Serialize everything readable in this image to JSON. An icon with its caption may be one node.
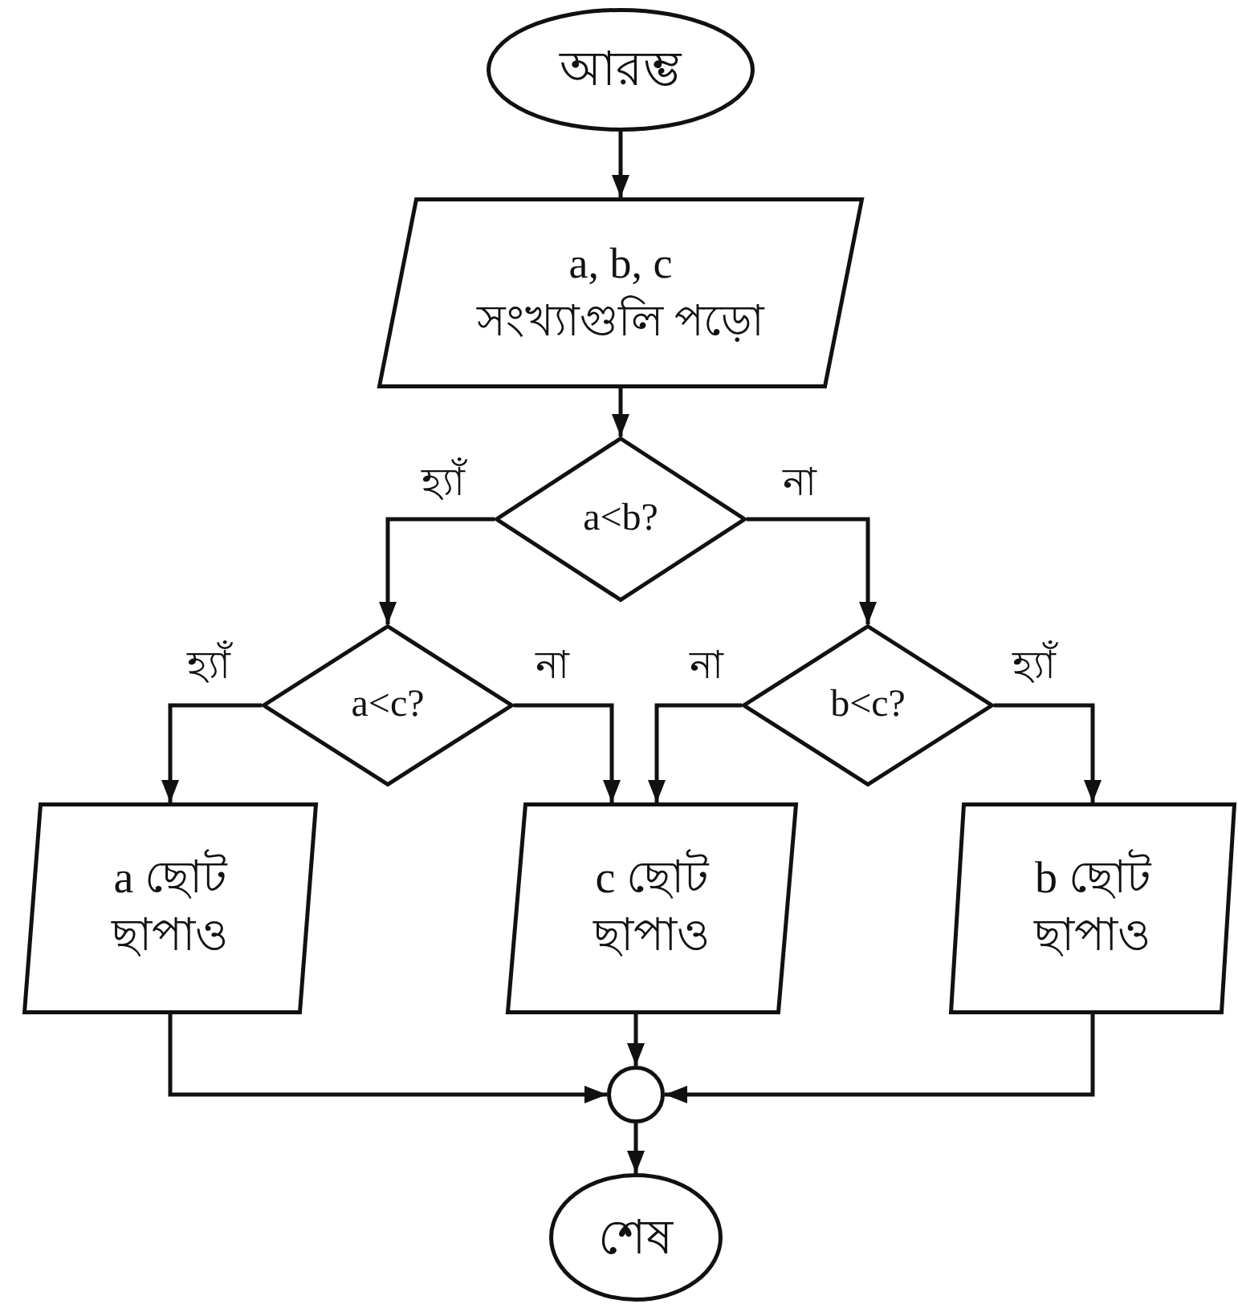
{
  "diagram": {
    "nodes": [
      {
        "text": [
          "আরম্ভ"
        ]
      },
      {
        "text": [
          "a, b, c সংখ্যাগুলি পড়ো"
        ]
      },
      {
        "text": [
          "a<b?"
        ]
      },
      {
        "text": [
          "a<c?"
        ]
      },
      {
        "text": [
          "b<c?"
        ]
      },
      {
        "text": [
          "a ছোট ছাপাও"
        ]
      },
      {
        "text": [
          "c ছোট ছাপাও"
        ]
      },
      {
        "text": [
          "b ছোট ছাপাও"
        ]
      },
      {
        "text": [],
        "shape": "circle"
      },
      {
        "text": [
          "শেষ"
        ]
      }
    ],
    "edges": [
      {
        "from": 0,
        "to": 1,
        "arrow": "to"
      },
      {
        "from": 1,
        "to": 2,
        "arrow": "to"
      },
      {
        "from": 2,
        "to": 3,
        "arrow": "to",
        "label": "হ্যাঁ"
      },
      {
        "from": 2,
        "to": 4,
        "arrow": "to",
        "label": "না"
      },
      {
        "from": 3,
        "to": 5,
        "arrow": "to",
        "label": "হ্যাঁ"
      },
      {
        "from": 3,
        "to": 6,
        "arrow": "to",
        "label": "না"
      },
      {
        "from": 4,
        "to": 6,
        "arrow": "to",
        "label": "না"
      },
      {
        "from": 4,
        "to": 7,
        "arrow": "to",
        "label": "হ্যাঁ"
      },
      {
        "from": 5,
        "to": 8,
        "arrow": "to"
      },
      {
        "from": 6,
        "to": 8,
        "arrow": "to"
      },
      {
        "from": 7,
        "to": 8,
        "arrow": "to"
      },
      {
        "from": 8,
        "to": 9,
        "arrow": "to"
      }
    ]
  }
}
